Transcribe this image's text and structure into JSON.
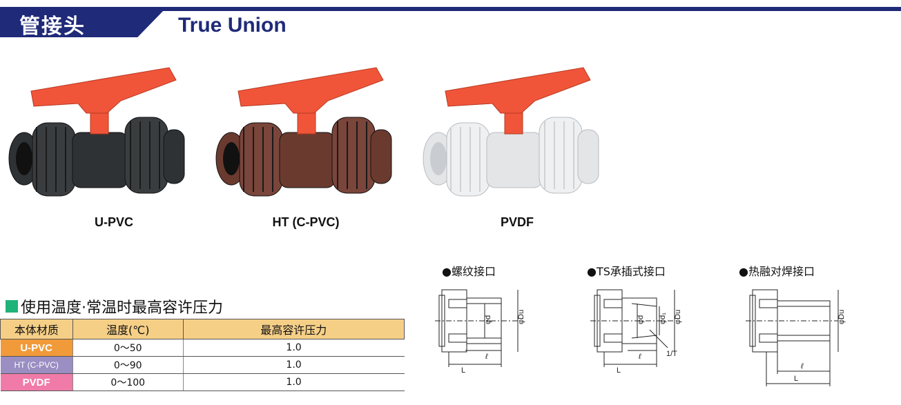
{
  "header": {
    "title_cn": "管接头",
    "title_en": "True Union"
  },
  "products": [
    {
      "label": "U-PVC",
      "body_color": "#2f3235",
      "ring_color": "#3a3d40"
    },
    {
      "label": "HT (C-PVC)",
      "body_color": "#6b3a2f",
      "ring_color": "#7a453a"
    },
    {
      "label": "PVDF",
      "body_color": "#e3e5e7",
      "ring_color": "#eef0f1"
    }
  ],
  "handle_color": "#f0553a",
  "table_section": {
    "title": "使用温度·常温时最高容许压力",
    "headers": [
      "本体材质",
      "温度(℃)",
      "最高容许压力"
    ],
    "rows": [
      {
        "material": "U-PVC",
        "temp": "0〜50",
        "pressure": "1.0",
        "color": "#f19a3a"
      },
      {
        "material": "HT (C-PVC)",
        "temp": "0〜90",
        "pressure": "1.0",
        "color": "#9a8ec2"
      },
      {
        "material": "PVDF",
        "temp": "0〜100",
        "pressure": "1.0",
        "color": "#f07aa8"
      }
    ]
  },
  "diagrams": [
    {
      "title": "●螺纹接口",
      "labels": {
        "d": "φd",
        "du": "φDu",
        "l": "ℓ",
        "L": "L"
      }
    },
    {
      "title": "●TS承插式接口",
      "labels": {
        "d": "φd",
        "d1": "φd₁",
        "du": "φDu",
        "l": "ℓ",
        "L": "L",
        "taper": "1/T"
      }
    },
    {
      "title": "●热融对焊接口",
      "labels": {
        "du": "φDu",
        "l": "ℓ",
        "L": "L"
      }
    }
  ]
}
